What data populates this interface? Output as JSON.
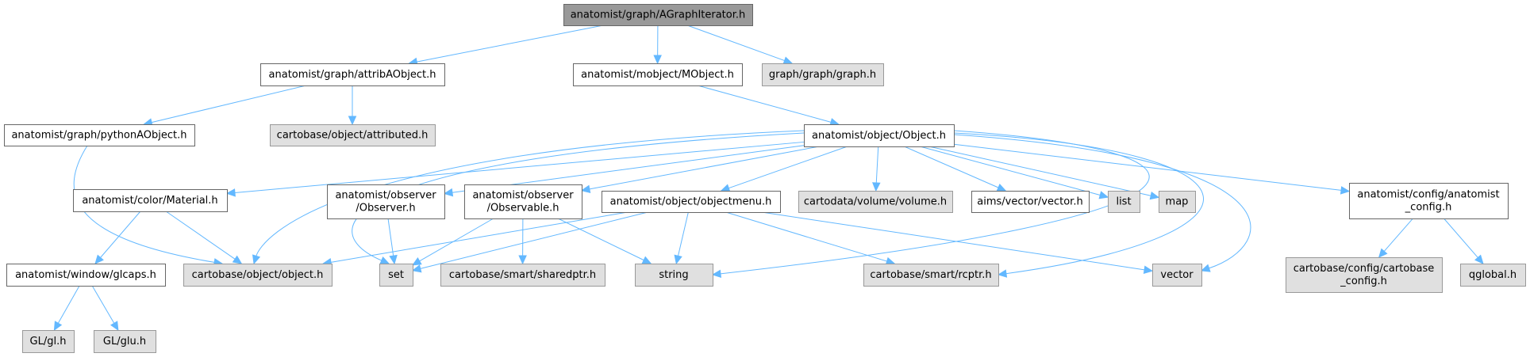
{
  "diagram": {
    "type": "include-dependency-graph",
    "root": "agraphiterator",
    "colors": {
      "edge": "#63b8ff",
      "root_fill": "#999999",
      "local_fill": "#ffffff",
      "external_fill": "#e0e0e0",
      "border": "#666666"
    },
    "nodes": [
      {
        "id": "agraphiterator",
        "label": [
          "anatomist/graph/AGraphIterator.h"
        ],
        "kind": "root"
      },
      {
        "id": "attribaobject",
        "label": [
          "anatomist/graph/attribAObject.h"
        ],
        "kind": "local"
      },
      {
        "id": "mobject",
        "label": [
          "anatomist/mobject/MObject.h"
        ],
        "kind": "local"
      },
      {
        "id": "graph_h",
        "label": [
          "graph/graph/graph.h"
        ],
        "kind": "external"
      },
      {
        "id": "pythonaobject",
        "label": [
          "anatomist/graph/pythonAObject.h"
        ],
        "kind": "local"
      },
      {
        "id": "attributed",
        "label": [
          "cartobase/object/attributed.h"
        ],
        "kind": "external"
      },
      {
        "id": "object_h",
        "label": [
          "anatomist/object/Object.h"
        ],
        "kind": "local"
      },
      {
        "id": "material",
        "label": [
          "anatomist/color/Material.h"
        ],
        "kind": "local"
      },
      {
        "id": "observer",
        "label": [
          "anatomist/observer",
          "/Observer.h"
        ],
        "kind": "local"
      },
      {
        "id": "observable",
        "label": [
          "anatomist/observer",
          "/Observable.h"
        ],
        "kind": "local"
      },
      {
        "id": "objectmenu",
        "label": [
          "anatomist/object/objectmenu.h"
        ],
        "kind": "local"
      },
      {
        "id": "volume",
        "label": [
          "cartodata/volume/volume.h"
        ],
        "kind": "external"
      },
      {
        "id": "aimsvector",
        "label": [
          "aims/vector/vector.h"
        ],
        "kind": "local"
      },
      {
        "id": "list",
        "label": [
          "list"
        ],
        "kind": "external"
      },
      {
        "id": "map",
        "label": [
          "map"
        ],
        "kind": "external"
      },
      {
        "id": "anaconfig",
        "label": [
          "anatomist/config/anatomist",
          "_config.h"
        ],
        "kind": "local"
      },
      {
        "id": "glcaps",
        "label": [
          "anatomist/window/glcaps.h"
        ],
        "kind": "local"
      },
      {
        "id": "cobject",
        "label": [
          "cartobase/object/object.h"
        ],
        "kind": "external"
      },
      {
        "id": "set",
        "label": [
          "set"
        ],
        "kind": "external"
      },
      {
        "id": "sharedptr",
        "label": [
          "cartobase/smart/sharedptr.h"
        ],
        "kind": "external"
      },
      {
        "id": "string",
        "label": [
          "string"
        ],
        "kind": "external"
      },
      {
        "id": "rcptr",
        "label": [
          "cartobase/smart/rcptr.h"
        ],
        "kind": "external"
      },
      {
        "id": "vector",
        "label": [
          "vector"
        ],
        "kind": "external"
      },
      {
        "id": "cartoconfig",
        "label": [
          "cartobase/config/cartobase",
          "_config.h"
        ],
        "kind": "external"
      },
      {
        "id": "qglobal",
        "label": [
          "qglobal.h"
        ],
        "kind": "external"
      },
      {
        "id": "gl",
        "label": [
          "GL/gl.h"
        ],
        "kind": "external"
      },
      {
        "id": "glu",
        "label": [
          "GL/glu.h"
        ],
        "kind": "external"
      }
    ],
    "edges": [
      {
        "from": "agraphiterator",
        "to": "attribaobject"
      },
      {
        "from": "agraphiterator",
        "to": "mobject"
      },
      {
        "from": "agraphiterator",
        "to": "graph_h"
      },
      {
        "from": "attribaobject",
        "to": "pythonaobject"
      },
      {
        "from": "attribaobject",
        "to": "attributed"
      },
      {
        "from": "mobject",
        "to": "object_h"
      },
      {
        "from": "pythonaobject",
        "to": "cobject"
      },
      {
        "from": "object_h",
        "to": "material"
      },
      {
        "from": "object_h",
        "to": "cobject"
      },
      {
        "from": "object_h",
        "to": "set"
      },
      {
        "from": "object_h",
        "to": "observer"
      },
      {
        "from": "object_h",
        "to": "observable"
      },
      {
        "from": "object_h",
        "to": "objectmenu"
      },
      {
        "from": "object_h",
        "to": "volume"
      },
      {
        "from": "object_h",
        "to": "aimsvector"
      },
      {
        "from": "object_h",
        "to": "list"
      },
      {
        "from": "object_h",
        "to": "map"
      },
      {
        "from": "object_h",
        "to": "string"
      },
      {
        "from": "object_h",
        "to": "rcptr"
      },
      {
        "from": "object_h",
        "to": "vector"
      },
      {
        "from": "object_h",
        "to": "anaconfig"
      },
      {
        "from": "material",
        "to": "glcaps"
      },
      {
        "from": "material",
        "to": "cobject"
      },
      {
        "from": "observer",
        "to": "set"
      },
      {
        "from": "observable",
        "to": "set"
      },
      {
        "from": "observable",
        "to": "sharedptr"
      },
      {
        "from": "observable",
        "to": "string"
      },
      {
        "from": "objectmenu",
        "to": "cobject"
      },
      {
        "from": "objectmenu",
        "to": "set"
      },
      {
        "from": "objectmenu",
        "to": "string"
      },
      {
        "from": "objectmenu",
        "to": "rcptr"
      },
      {
        "from": "objectmenu",
        "to": "vector"
      },
      {
        "from": "anaconfig",
        "to": "cartoconfig"
      },
      {
        "from": "anaconfig",
        "to": "qglobal"
      },
      {
        "from": "glcaps",
        "to": "gl"
      },
      {
        "from": "glcaps",
        "to": "glu"
      }
    ]
  }
}
